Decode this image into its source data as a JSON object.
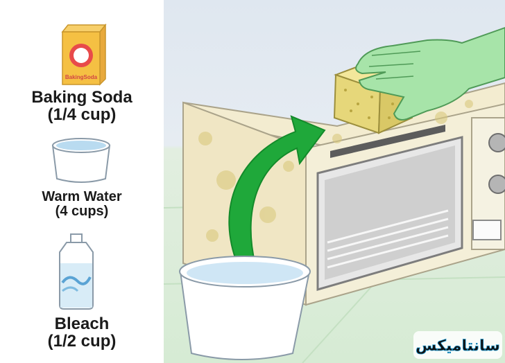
{
  "supplies": [
    {
      "name": "Baking Soda",
      "amount": "(1/4 cup)",
      "icon": "baking-soda-box-icon",
      "box_text": "BakingSoda"
    },
    {
      "name": "Warm Water",
      "amount": "(4 cups)",
      "icon": "water-bowl-icon"
    },
    {
      "name": "Bleach",
      "amount": "(1/2 cup)",
      "icon": "bleach-bottle-icon"
    }
  ],
  "watermark": {
    "text": "سانتامیکس",
    "color": "#1f9cd6"
  },
  "colors": {
    "arrow": "#1fa83a",
    "glove": "#9fe3a4",
    "sponge": "#ecdf8a",
    "water": "#cfe6f5"
  }
}
